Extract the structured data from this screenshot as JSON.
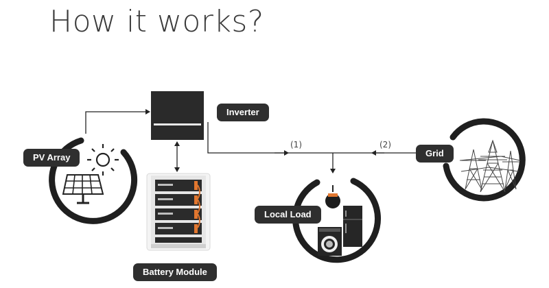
{
  "title": "How it works?",
  "labels": {
    "pv_array": "PV Array",
    "inverter": "Inverter",
    "battery_module": "Battery Module",
    "local_load": "Local Load",
    "grid": "Grid"
  },
  "flows": {
    "flow1": "(1)",
    "flow2": "(2)"
  },
  "icons": [
    "sun-icon",
    "solar-panel-icon",
    "inverter-icon",
    "battery-rack-icon",
    "lamp-icon",
    "washing-machine-icon",
    "refrigerator-icon",
    "pylon-icon"
  ],
  "colors": {
    "label_bg": "#2f2f2f",
    "ring": "#222222",
    "battery_accent": "#e2772f"
  }
}
